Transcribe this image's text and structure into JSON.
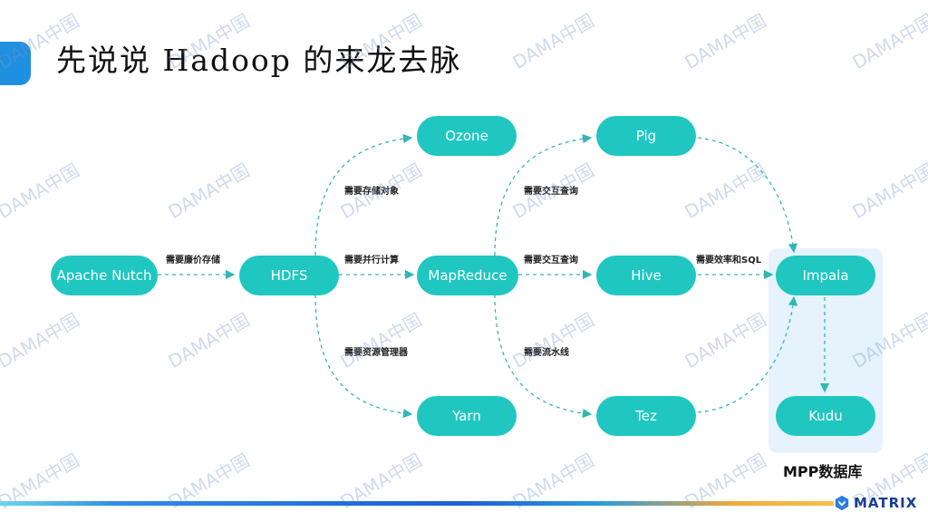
{
  "slide": {
    "title": "先说说 Hadoop 的来龙去脉",
    "mpp_label": "MPP数据库",
    "logo_text": "MATRIX",
    "watermark": "DAMA中国"
  },
  "nodes": {
    "apache_nutch": "Apache Nutch",
    "hdfs": "HDFS",
    "ozone": "Ozone",
    "mapreduce": "MapReduce",
    "yarn": "Yarn",
    "pig": "Pig",
    "hive": "Hive",
    "tez": "Tez",
    "impala": "Impala",
    "kudu": "Kudu"
  },
  "edges": {
    "nutch_hdfs": "需要廉价存储",
    "hdfs_ozone": "需要存储对象",
    "hdfs_mapreduce": "需要并行计算",
    "hdfs_yarn": "需要资源管理器",
    "mapreduce_pig": "需要交互查询",
    "mapreduce_hive": "需要交互查询",
    "mapreduce_tez": "需要流水线",
    "hive_impala": "需要效率和SQL"
  },
  "colors": {
    "node_fill": "#1fc7c0",
    "edge": "#33b6b6",
    "mpp_highlight": "#e6f3fc",
    "title_marker": "#1f8fe0",
    "watermark": "#7896c8"
  }
}
